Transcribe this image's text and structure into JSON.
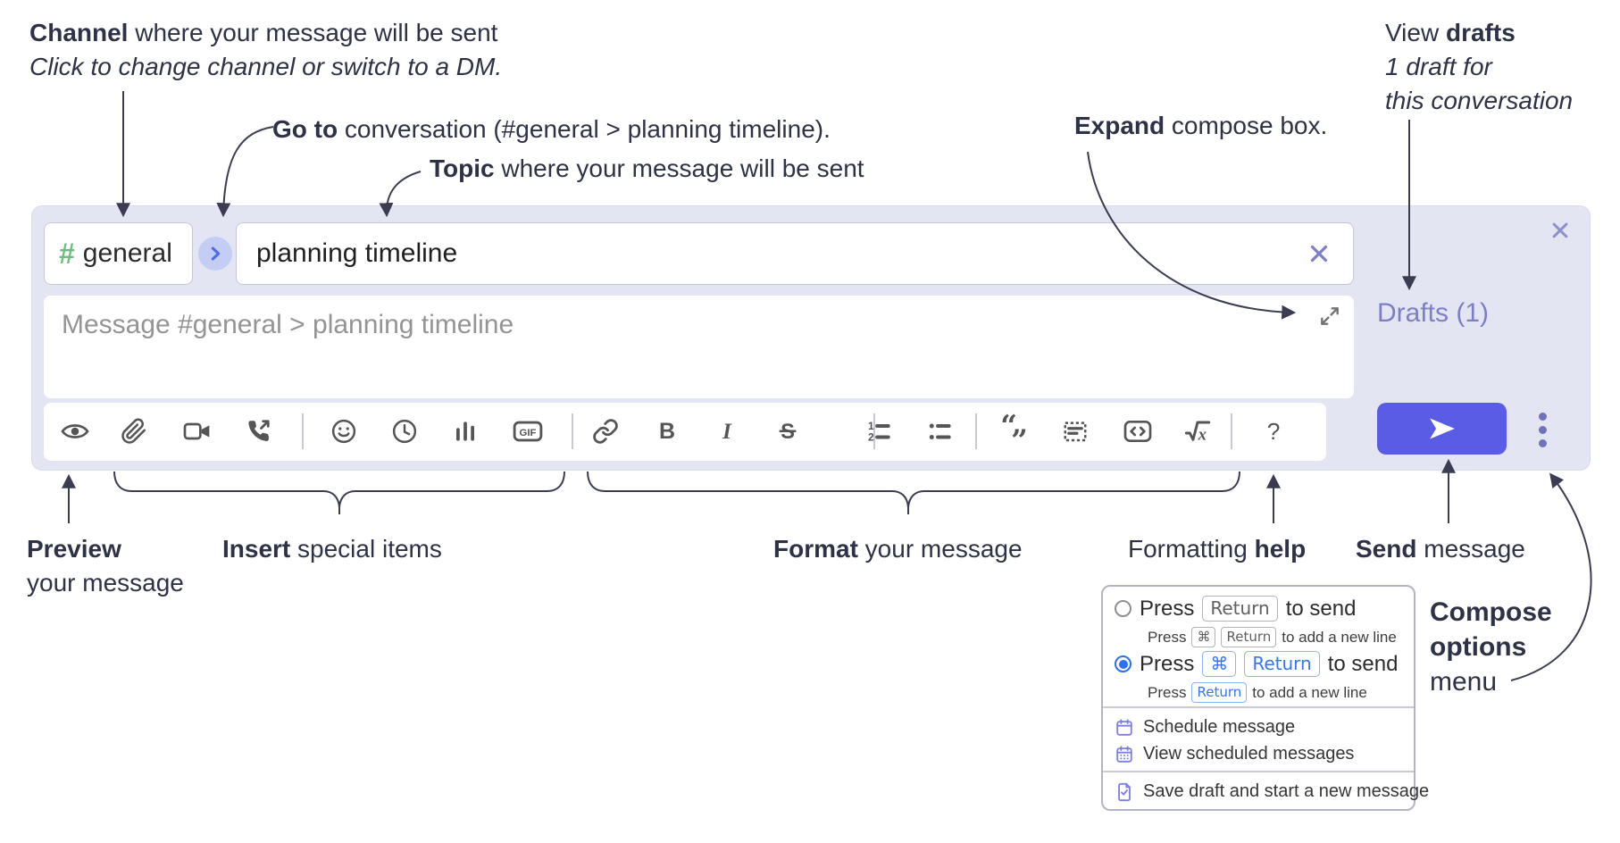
{
  "colors": {
    "annotation_text": "#2e3246",
    "arrow": "#3a3d52",
    "compose_bg": "#e4e5f3",
    "input_border": "#c6c7d6",
    "hash_green": "#6fbe80",
    "goto_circle_bg": "#c4cef4",
    "goto_chevron_blue": "#4a6cf0",
    "placeholder_gray": "#949494",
    "drafts_link": "#7c7fc8",
    "toolbar_icon": "#555555",
    "send_button_bg": "#5b5ce6",
    "ellipsis_dots": "#7073ba",
    "close_x": "#8c8fce",
    "kbd_blue": "#3576f6",
    "radio_selected": "#2b6ff2",
    "menu_icon_purple": "#7d7fe3"
  },
  "annotations": {
    "channel": {
      "bold": "Channel",
      "rest": " where your message will be sent",
      "italic": "Click to change channel or switch to a DM."
    },
    "goto": {
      "bold": "Go to",
      "rest": " conversation (#general > planning timeline)."
    },
    "topic": {
      "bold": "Topic",
      "rest": " where your message will be sent"
    },
    "expand": {
      "bold": "Expand",
      "rest": " compose box."
    },
    "drafts": {
      "regular": "View ",
      "bold": "drafts",
      "line2": "1 draft for",
      "line3": "this conversation"
    },
    "preview": {
      "bold": "Preview",
      "line2": "your message"
    },
    "insert": {
      "bold": "Insert",
      "rest": " special items"
    },
    "format": {
      "bold": "Format",
      "rest": " your message"
    },
    "formatting_help": {
      "regular": "Formatting ",
      "bold": "help"
    },
    "send": {
      "bold": "Send",
      "rest": " message"
    },
    "compose_options": {
      "line1": "Compose",
      "line2": "options",
      "line3": "menu"
    }
  },
  "compose": {
    "channel": {
      "hash": "#",
      "name": "general"
    },
    "topic": {
      "value": "planning timeline"
    },
    "message": {
      "placeholder": "Message #general > planning timeline"
    },
    "drafts_link": "Drafts (1)",
    "toolbar_icons": [
      "preview",
      "attach-file",
      "video-call",
      "voice-call",
      "emoji",
      "time",
      "poll",
      "gif",
      "link",
      "bold",
      "italic",
      "strikethrough",
      "numbered-list",
      "bulleted-list",
      "quote",
      "spoiler",
      "code",
      "math",
      "help"
    ],
    "toolbar_labels": {
      "gif": "GIF",
      "bold": "B",
      "italic": "I",
      "strike": "S",
      "ol1": "1",
      "ol2": "2",
      "quote_open": "“",
      "quote_close": "„",
      "math_x": "x",
      "help": "?"
    }
  },
  "popup": {
    "option1": {
      "text1": "Press",
      "key1": "Return",
      "text2": "to send",
      "sub1": "Press",
      "subkey1": "⌘",
      "subkey2": "Return",
      "sub2": "to add a new line"
    },
    "option2": {
      "text1": "Press",
      "key1": "⌘",
      "key2": "Return",
      "text2": "to send",
      "sub1": "Press",
      "subkey1": "Return",
      "sub2": "to add a new line"
    },
    "schedule": "Schedule message",
    "view_scheduled": "View scheduled messages",
    "save_draft": "Save draft and start a new message"
  }
}
